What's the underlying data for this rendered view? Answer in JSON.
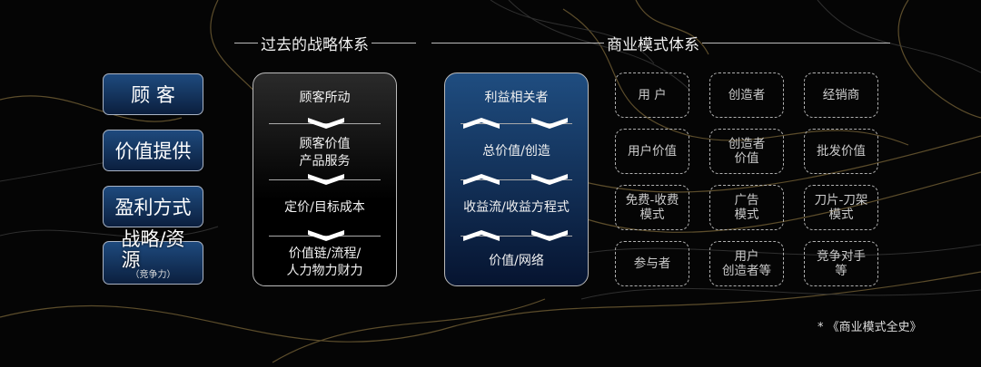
{
  "sections": {
    "past_title": "过去的战略体系",
    "biz_title": "商业模式体系"
  },
  "left_column": [
    {
      "label": "顾 客"
    },
    {
      "label": "价值提供"
    },
    {
      "label": "盈利方式"
    },
    {
      "label": "战略/资\n源",
      "sub": "（竞争力）"
    }
  ],
  "past_panel": {
    "items": [
      "顾客所动",
      "顾客价值\n产品服务",
      "定价/目标成本",
      "价值链/流程/\n人力物力财力"
    ]
  },
  "biz_panel": {
    "items": [
      "利益相关者",
      "总价值/创造",
      "收益流/收益方程式",
      "价值/网络"
    ]
  },
  "grid": [
    [
      "用 户",
      "创造者",
      "经销商"
    ],
    [
      "用户价值",
      "创造者\n价值",
      "批发价值"
    ],
    [
      "免费-收费\n模式",
      "广告\n模式",
      "刀片-刀架\n模式"
    ],
    [
      "参与者",
      "用户\n创造者等",
      "竞争对手\n等"
    ]
  ],
  "footnote": "* 《商业模式全史》",
  "colors": {
    "background": "#050505",
    "pill_blue_top": "#1e4a7e",
    "pill_blue_bottom": "#0b1f3e",
    "contour_gold": "#8a7340"
  }
}
